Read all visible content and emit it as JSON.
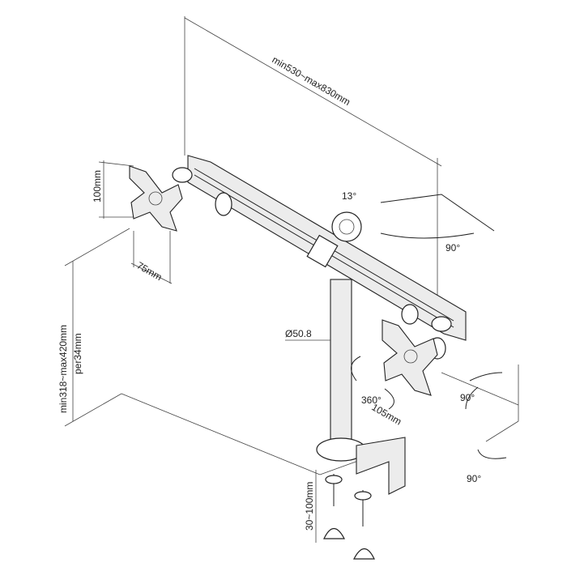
{
  "labels": {
    "arm_length": "min530~max830mm",
    "tilt_angle": "13°",
    "swivel_angle": "90°",
    "vesa_height": "100mm",
    "vesa_width": "75mm",
    "pole_diameter": "Ø50.8",
    "height_range": "min318~max420mm",
    "height_step": "per34mm",
    "pole_rotation": "360°",
    "head_swivel": "90°",
    "offset": "105mm",
    "rotate_angle": "90°",
    "clamp_range": "30~100mm"
  }
}
